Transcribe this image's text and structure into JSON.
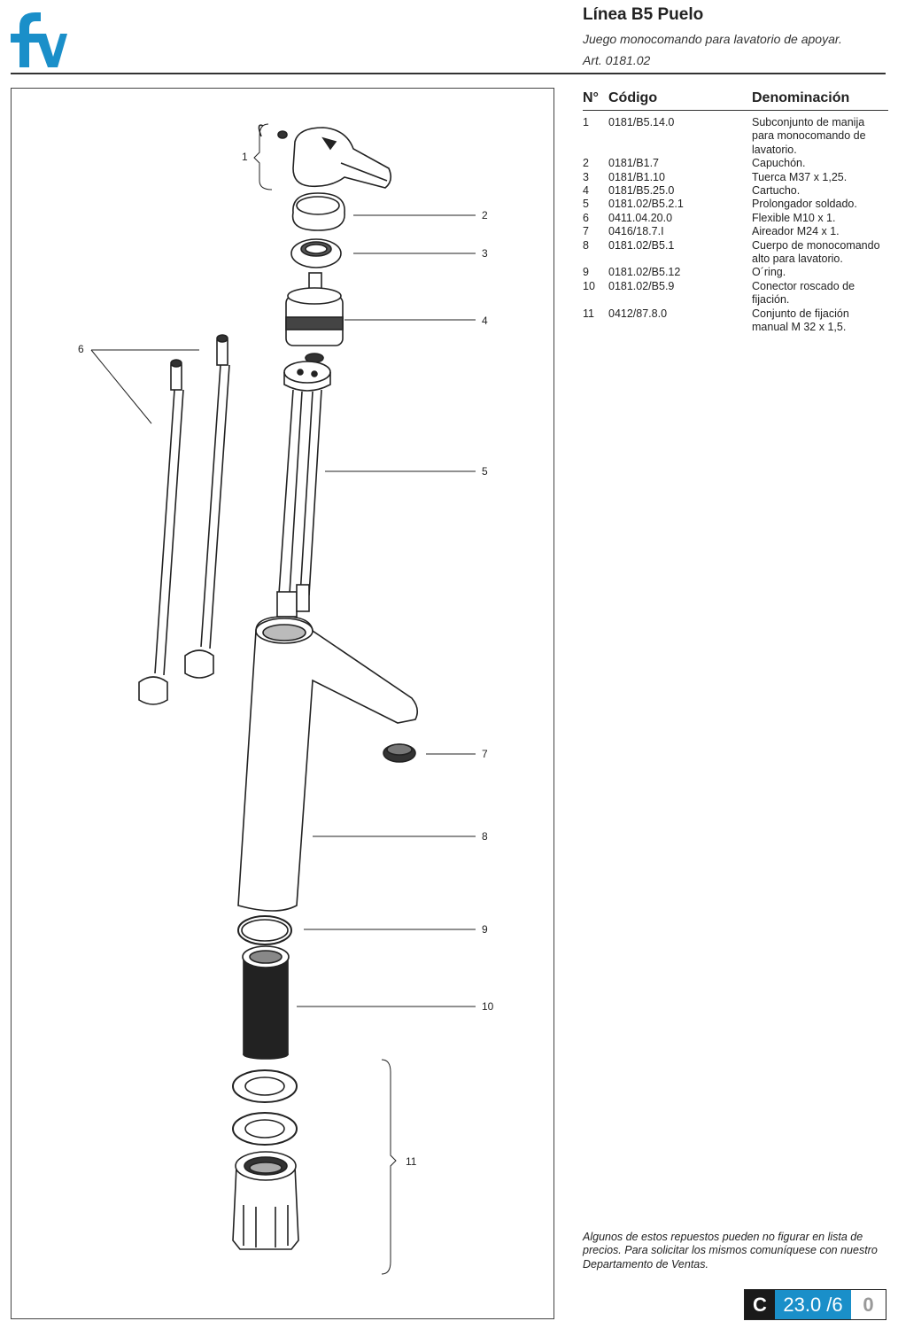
{
  "header": {
    "logo_text": "fv",
    "title": "Línea B5 Puelo",
    "subtitle": "Juego monocomando para lavatorio de apoyar.",
    "article": "Art. 0181.02"
  },
  "colors": {
    "brand": "#1a8fc9",
    "dark": "#1a1a1a"
  },
  "callouts": [
    "1",
    "2",
    "3",
    "4",
    "5",
    "6",
    "7",
    "8",
    "9",
    "10",
    "11"
  ],
  "parts_table": {
    "headers": {
      "no": "N°",
      "code": "Código",
      "name": "Denominación"
    },
    "rows": [
      {
        "no": "1",
        "code": "0181/B5.14.0",
        "name": "Subconjunto de manija para monocomando de lavatorio."
      },
      {
        "no": "2",
        "code": "0181/B1.7",
        "name": "Capuchón."
      },
      {
        "no": "3",
        "code": "0181/B1.10",
        "name": "Tuerca M37 x 1,25."
      },
      {
        "no": "4",
        "code": "0181/B5.25.0",
        "name": "Cartucho."
      },
      {
        "no": "5",
        "code": "0181.02/B5.2.1",
        "name": "Prolongador soldado."
      },
      {
        "no": "6",
        "code": "0411.04.20.0",
        "name": "Flexible M10 x 1."
      },
      {
        "no": "7",
        "code": "0416/18.7.I",
        "name": "Aireador M24 x 1."
      },
      {
        "no": "8",
        "code": "0181.02/B5.1",
        "name": "Cuerpo de monocomando alto para lavatorio."
      },
      {
        "no": "9",
        "code": "0181.02/B5.12",
        "name": "O´ring."
      },
      {
        "no": "10",
        "code": "0181.02/B5.9",
        "name": "Conector roscado de fijación."
      },
      {
        "no": "11",
        "code": "0412/87.8.0",
        "name": "Conjunto de fijación manual M 32 x 1,5."
      }
    ]
  },
  "footer": {
    "note": "Algunos de estos repuestos pueden no figurar en lista de precios. Para solicitar los mismos comuníquese con nuestro Departamento de Ventas.",
    "page_letter": "C",
    "page_number": "23.0 /6",
    "page_revision": "0"
  }
}
